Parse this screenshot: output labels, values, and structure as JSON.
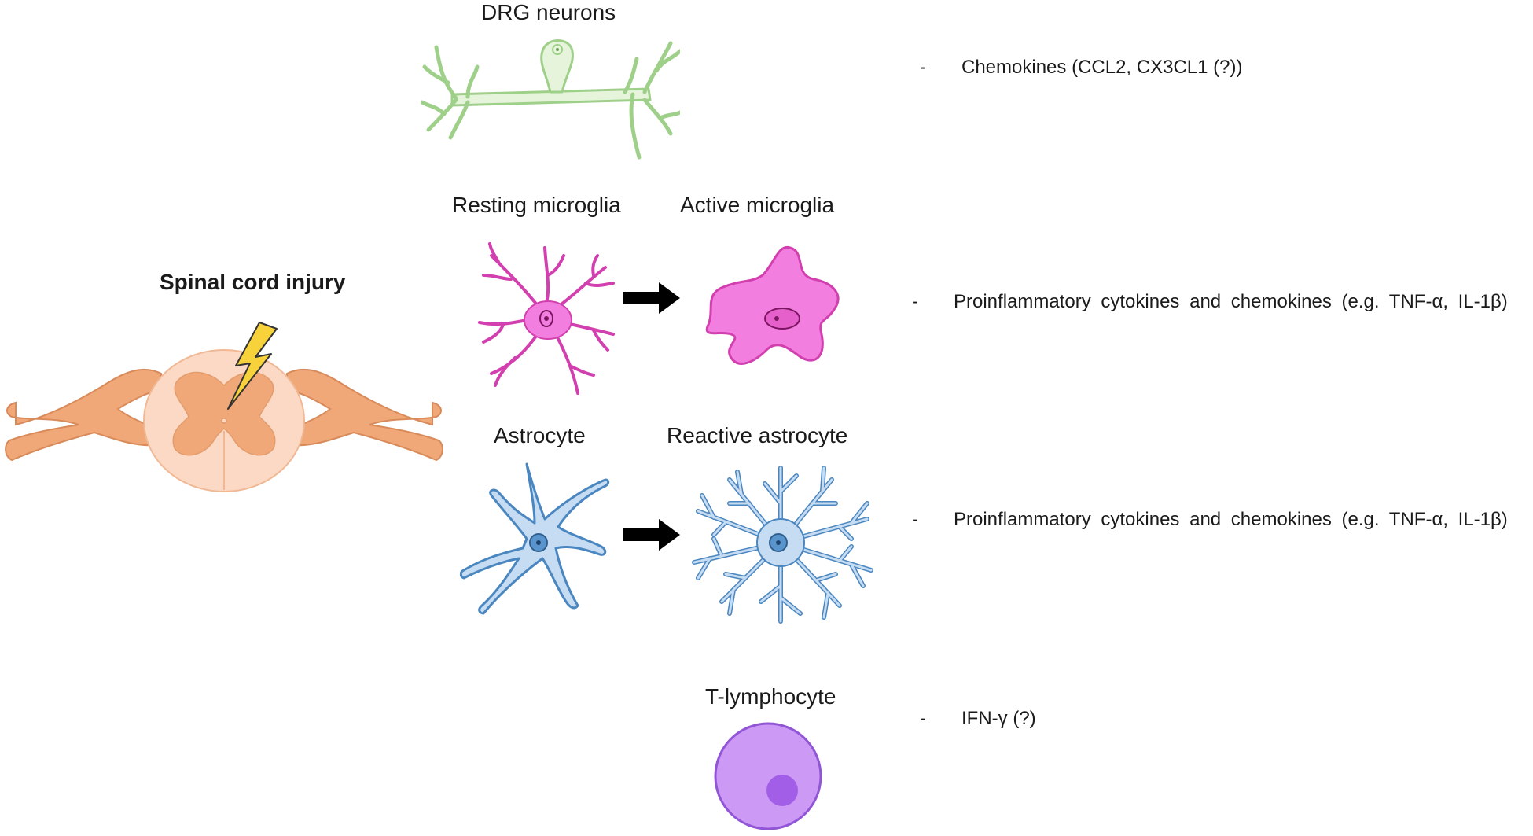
{
  "title": "Spinal cord injury",
  "cells": {
    "drg": "DRG neurons",
    "resting_microglia": "Resting microglia",
    "active_microglia": "Active microglia",
    "astrocyte": "Astrocyte",
    "reactive_astrocyte": "Reactive astrocyte",
    "t_lymphocyte": "T-lymphocyte"
  },
  "mediators": [
    {
      "dash": "-",
      "text": "Chemokines (CCL2, CX3CL1 (?))"
    },
    {
      "dash": "-",
      "text": "Proinflammatory cytokines and chemokines (e.g. TNF-α, IL-1β)"
    },
    {
      "dash": "-",
      "text": "Proinflammatory cytokines and chemokines (e.g. TNF-α, IL-1β)"
    },
    {
      "dash": "-",
      "text": "IFN-γ (?)"
    }
  ],
  "colors": {
    "spinal_cord": "#f0a878",
    "spinal_cord_light": "#fbd9c4",
    "lightning": "#f7d23b",
    "neuron": "#9fd08a",
    "neuron_fill": "#e6f4dc",
    "microglia": "#d23fae",
    "microglia_fill": "#f27fe0",
    "astrocyte": "#4a86bf",
    "astrocyte_fill": "#c6dcf2",
    "lymphocyte": "#9155d6",
    "lymphocyte_fill": "#cc99f5",
    "arrow": "#000000"
  }
}
